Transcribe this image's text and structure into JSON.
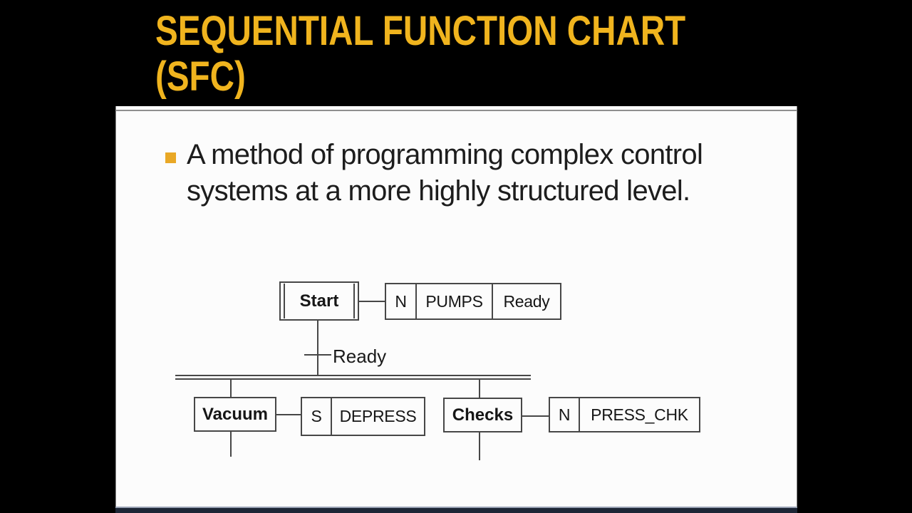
{
  "slide": {
    "background_color": "#000000",
    "content_background": "#fcfcfc",
    "title_color": "#F0B41E",
    "title_lines": [
      "SEQUENTIAL FUNCTION CHART",
      "(SFC)"
    ],
    "bullet": {
      "marker_color": "#E9A826",
      "text": "A method of programming complex control systems at a more highly structured level."
    }
  },
  "diagram": {
    "type": "sequential-function-chart",
    "line_color": "#474747",
    "initial_step": {
      "label": "Start"
    },
    "action_block_1": {
      "qualifier": "N",
      "action": "PUMPS",
      "indicator": "Ready"
    },
    "transition_1": {
      "label": "Ready"
    },
    "parallel_divergence": true,
    "branch_left": {
      "step": "Vacuum",
      "qualifier": "S",
      "action": "DEPRESS"
    },
    "branch_right": {
      "step": "Checks",
      "qualifier": "N",
      "action": "PRESS_CHK"
    },
    "flow": [
      "Start -> action [N PUMPS Ready]",
      "Start -(Ready)-> parallel branch",
      "branch 1: Vacuum -> action [S DEPRESS]",
      "branch 2: Checks -> action [N PRESS_CHK]"
    ]
  }
}
